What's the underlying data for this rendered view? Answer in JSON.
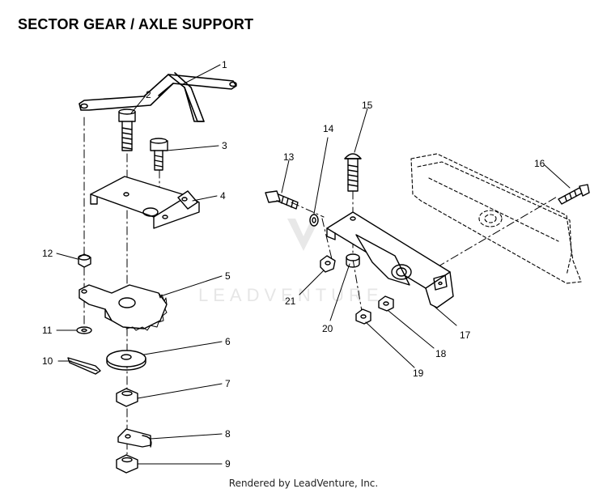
{
  "title": "SECTOR GEAR / AXLE SUPPORT",
  "footer": "Rendered by LeadVenture, Inc.",
  "watermark": "LEADVENTURE",
  "callouts": [
    "1",
    "2",
    "3",
    "4",
    "5",
    "6",
    "7",
    "8",
    "9",
    "10",
    "11",
    "12",
    "13",
    "14",
    "15",
    "16",
    "17",
    "18",
    "19",
    "20",
    "21"
  ],
  "colors": {
    "ink": "#000000",
    "background": "#ffffff",
    "watermark": "#e4e4e4"
  }
}
